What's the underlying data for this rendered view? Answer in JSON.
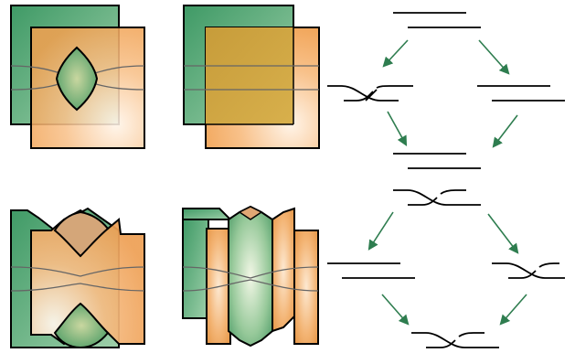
{
  "colors": {
    "green": "#5fae7c",
    "green_dark": "#3d8f5e",
    "orange": "#f3a55d",
    "gold": "#c9a542",
    "stroke": "#000000",
    "arrow": "#2e7d4f",
    "strand": "#666666"
  },
  "panels": [
    {
      "id": "surface-top-left",
      "kind": "two-sheets-with-lens"
    },
    {
      "id": "surface-top-middle",
      "kind": "two-sheets-overlap"
    },
    {
      "id": "surface-bottom-left",
      "kind": "zigzag-sheets-with-lenses"
    },
    {
      "id": "surface-bottom-middle",
      "kind": "zigzag-sheets-stacked"
    }
  ],
  "movie_top": {
    "nodes": [
      "parallel-lines-top",
      "crossing-left",
      "parallel-lines-right",
      "parallel-lines-bottom"
    ],
    "arrows": 4
  },
  "movie_bottom": {
    "nodes": [
      "crossing-top",
      "parallel-lines-left",
      "crossing-right",
      "crossing-bottom"
    ],
    "arrows": 4
  }
}
